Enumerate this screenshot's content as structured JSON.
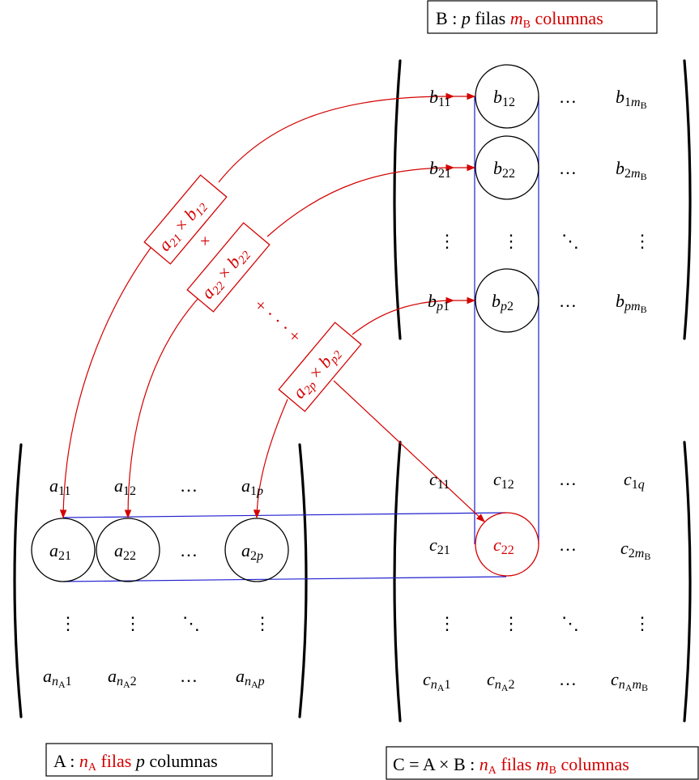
{
  "labels": {
    "B": {
      "name": "B",
      "colon": " : ",
      "p": "p",
      "rows_word": " filas ",
      "m": "m",
      "m_sub": "B",
      "cols_word": " columnas"
    },
    "A": {
      "name": "A",
      "colon": " : ",
      "n": "n",
      "n_sub": "A",
      "rows_word": " filas ",
      "p": "p",
      "cols_word": " columnas"
    },
    "C": {
      "expr": "C = A × B",
      "colon": " : ",
      "n": "n",
      "n_sub": "A",
      "rows_word": " filas ",
      "m": "m",
      "m_sub": "B",
      "cols_word": " columnas"
    }
  },
  "dots": {
    "h": "…",
    "v": "⋮",
    "d": "⋱"
  },
  "matrix_b": {
    "b11": {
      "base": "b",
      "sub": "11"
    },
    "b12": {
      "base": "b",
      "sub": "12"
    },
    "b1m": {
      "base": "b",
      "sub": "1",
      "subm": "m",
      "subsub": "B"
    },
    "b21": {
      "base": "b",
      "sub": "21"
    },
    "b22": {
      "base": "b",
      "sub": "22"
    },
    "b2m": {
      "base": "b",
      "sub": "2",
      "subm": "m",
      "subsub": "B"
    },
    "bp1": {
      "base": "b",
      "subp": "p",
      "sub": "1"
    },
    "bp2": {
      "base": "b",
      "subp": "p",
      "sub": "2"
    },
    "bpm": {
      "base": "b",
      "subp": "pm",
      "subsub": "B"
    }
  },
  "matrix_a": {
    "a11": {
      "base": "a",
      "sub": "11"
    },
    "a12": {
      "base": "a",
      "sub": "12"
    },
    "a1p": {
      "base": "a",
      "sub": "1",
      "subp": "p"
    },
    "a21": {
      "base": "a",
      "sub": "21"
    },
    "a22": {
      "base": "a",
      "sub": "22"
    },
    "a2p": {
      "base": "a",
      "sub": "2",
      "subp": "p"
    },
    "an1": {
      "base": "a",
      "subn": "n",
      "subsub": "A",
      "sub": "1"
    },
    "an2": {
      "base": "a",
      "subn": "n",
      "subsub": "A",
      "sub": "2"
    },
    "anp": {
      "base": "a",
      "subn": "n",
      "subsub": "A",
      "subp": "p"
    }
  },
  "matrix_c": {
    "c11": {
      "base": "c",
      "sub": "11"
    },
    "c12": {
      "base": "c",
      "sub": "12"
    },
    "c1q": {
      "base": "c",
      "sub": "1",
      "subq": "q"
    },
    "c21": {
      "base": "c",
      "sub": "21"
    },
    "c22": {
      "base": "c",
      "sub": "22"
    },
    "c2m": {
      "base": "c",
      "sub": "2",
      "subm": "m",
      "subsub": "B"
    },
    "cn1": {
      "base": "c",
      "subn": "n",
      "subsub": "A",
      "sub": "1"
    },
    "cn2": {
      "base": "c",
      "subn": "n",
      "subsub": "A",
      "sub": "2"
    },
    "cnm": {
      "base": "c",
      "subn": "n",
      "subsub": "A",
      "subm": "m",
      "subsub2": "B"
    }
  },
  "products": {
    "p1": {
      "a": "a",
      "a_sub": "21",
      "times": " × ",
      "b": "b",
      "b_sub": "12"
    },
    "p2": {
      "a": "a",
      "a_sub": "22",
      "times": " × ",
      "b": "b",
      "b_sub": "22"
    },
    "p3": {
      "a": "a",
      "a_sub": "2p",
      "times": " × ",
      "b": "b",
      "b_sub": "p2"
    },
    "plus": "+",
    "plus_dots": "+ · · · +"
  },
  "colors": {
    "red": "#d40000",
    "blue": "#1f1fd0",
    "black": "#000000"
  }
}
